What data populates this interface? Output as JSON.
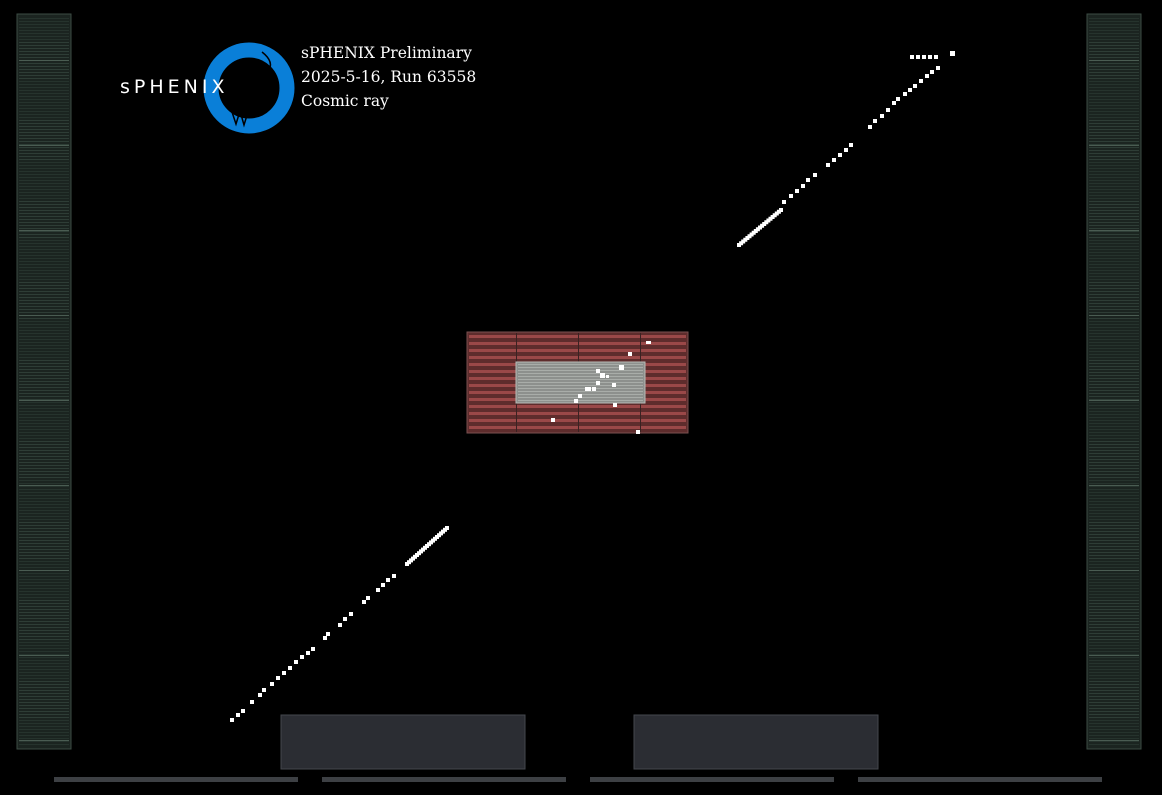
{
  "logo": {
    "text": "sPHENIX",
    "brand_color": "#0a7fd8"
  },
  "event_info": {
    "line1": "sPHENIX Preliminary",
    "line2": "2025-5-16, Run 63558",
    "line3": "Cosmic ray"
  },
  "colors": {
    "background": "#000000",
    "outer_calorimeter": "#3a4a42",
    "inner_calorimeter": "#8a3838",
    "emcal": "#9a9e9a",
    "hits": "#ffffff",
    "epd_panel": "#2a2c32"
  },
  "icons": {
    "logo": "sphenix-ring-icon"
  }
}
